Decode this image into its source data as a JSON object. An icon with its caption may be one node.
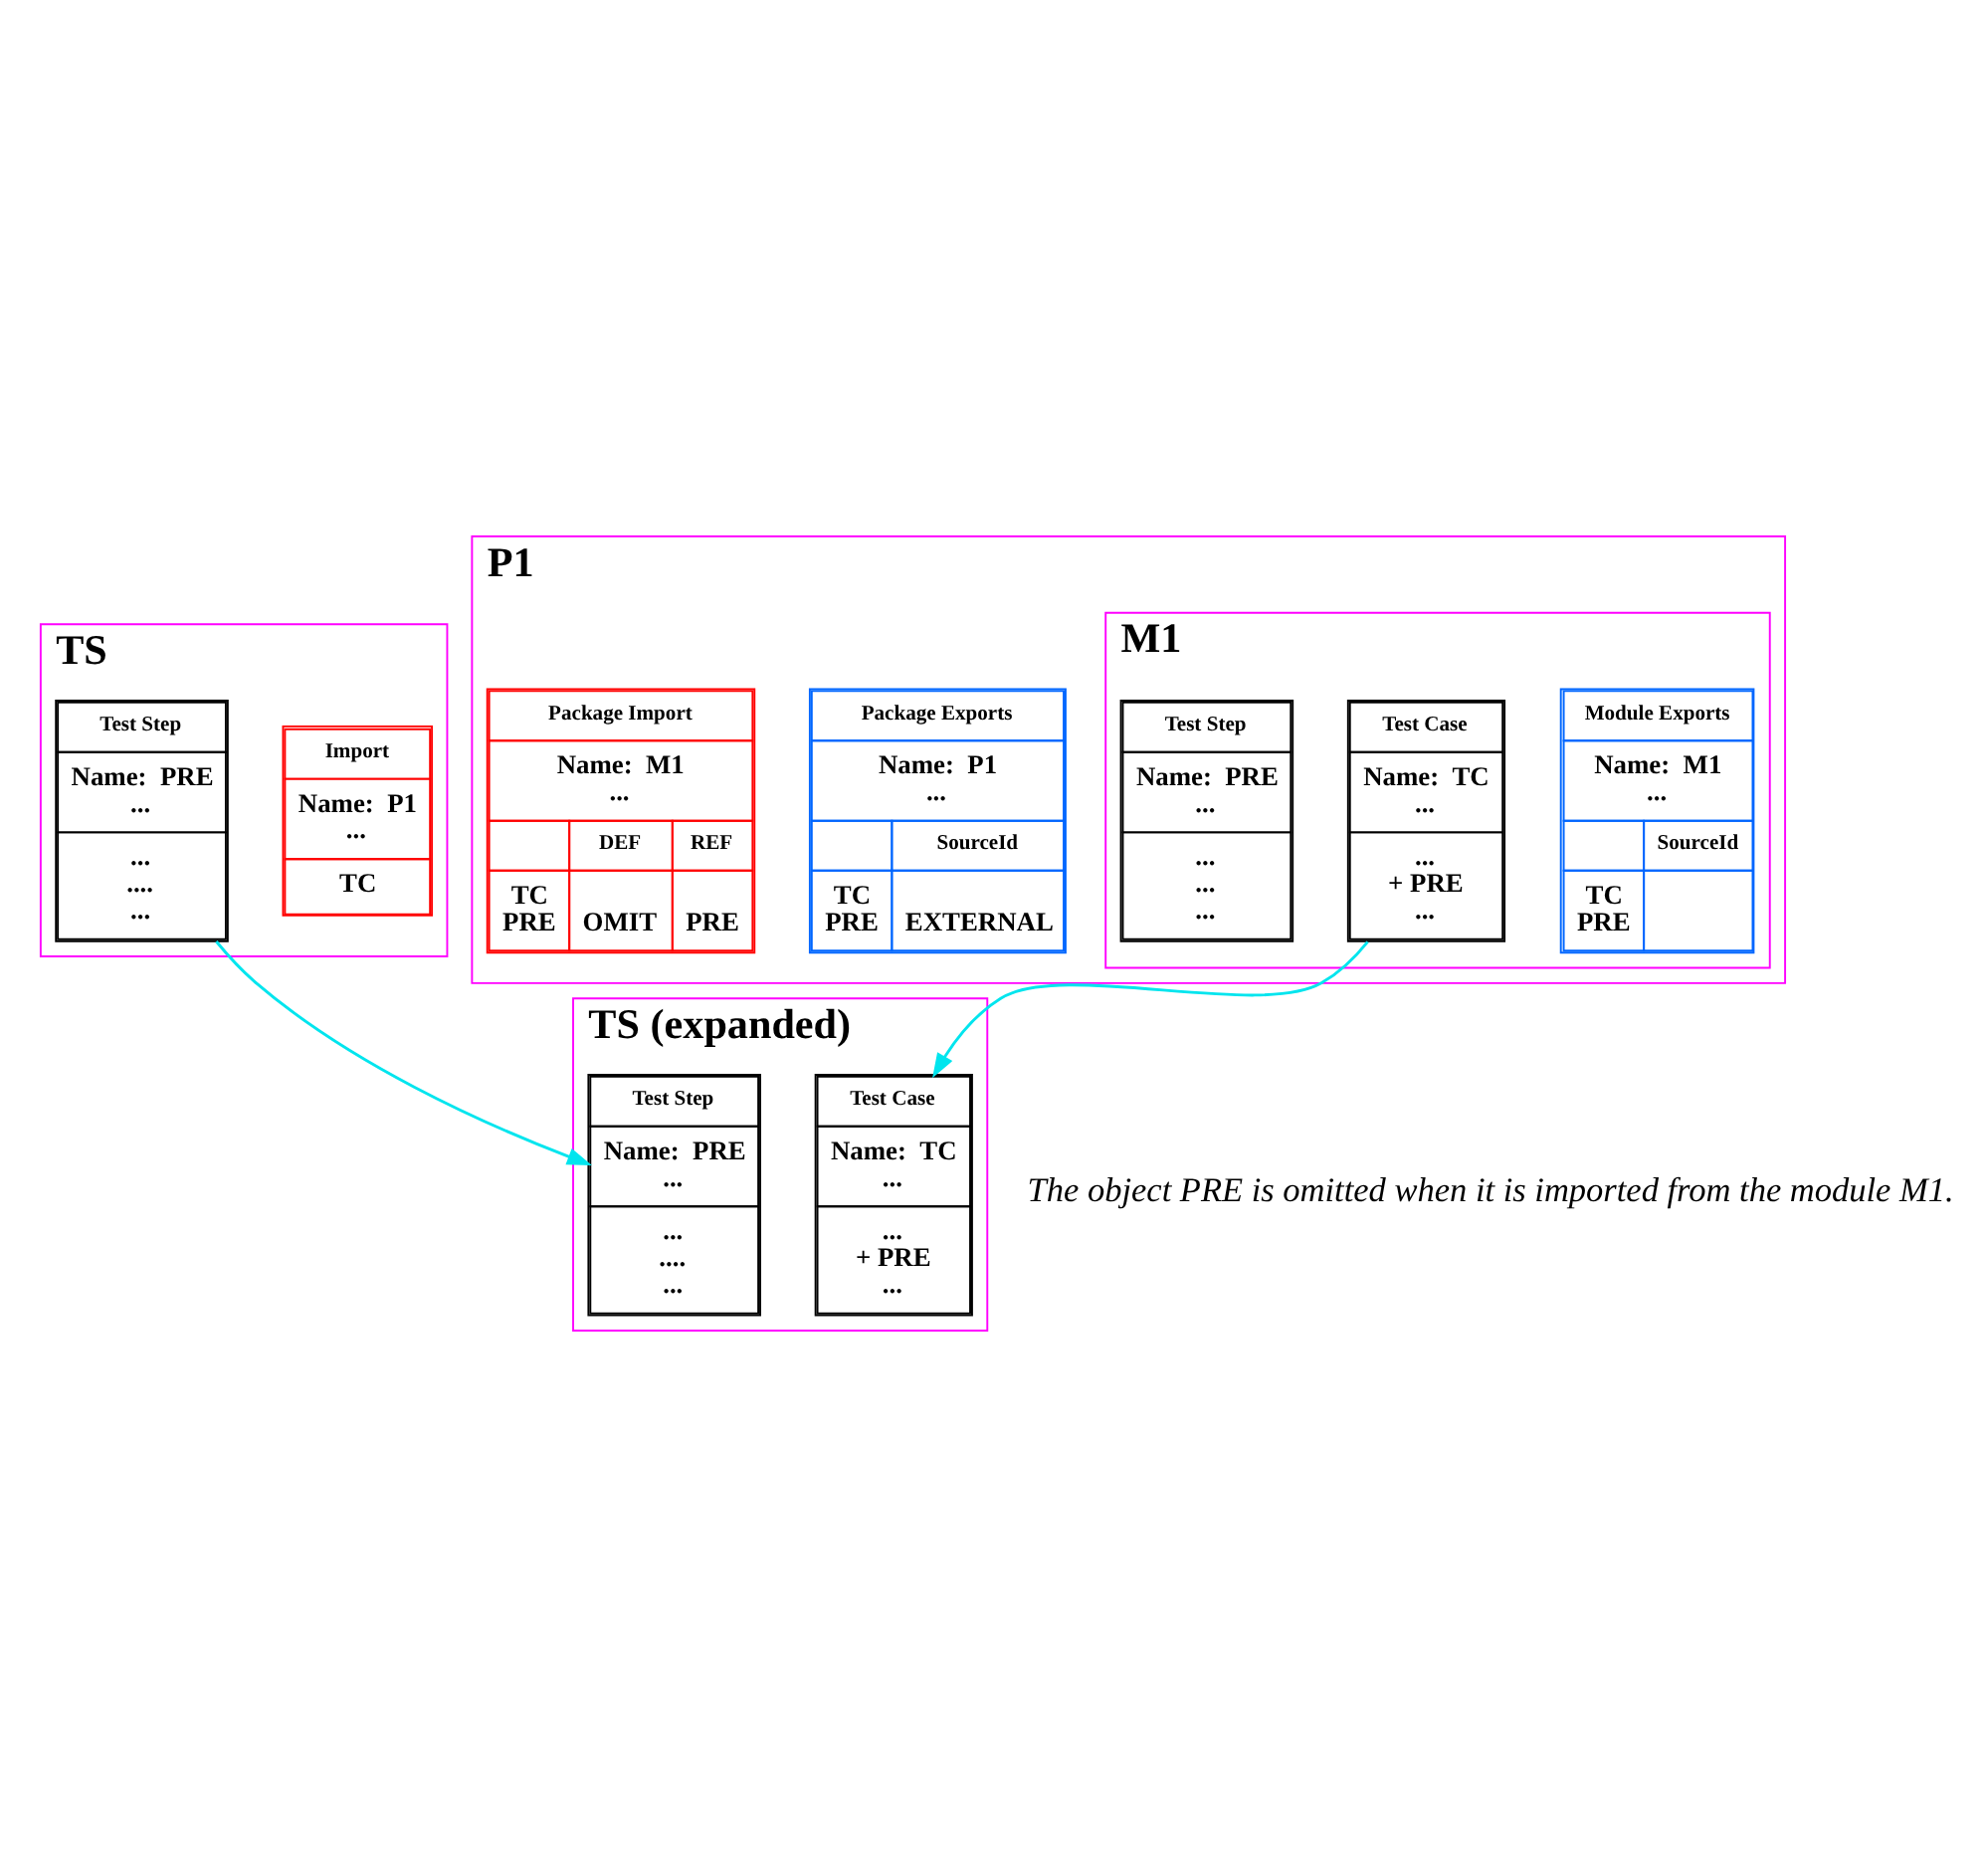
{
  "diagram": {
    "nodes": [
      {
        "text": [
          "TS"
        ]
      },
      {
        "text": [
          "Import",
          "Name:",
          "P1",
          "...",
          "TC"
        ],
        "in": 0
      },
      {
        "text": [
          "Test Step",
          "Name:",
          "PRE",
          "...",
          "...",
          "....",
          "..."
        ],
        "in": 0
      },
      {
        "text": [
          "P1"
        ]
      },
      {
        "text": [
          "M1"
        ],
        "in": 3
      },
      {
        "text": [
          "Module Exports",
          "Name:",
          "M1",
          "...",
          "SourceId",
          "TC",
          "PRE"
        ],
        "in": 4
      },
      {
        "text": [
          "Test Case",
          "Name:",
          "TC",
          "...",
          "...",
          "+ PRE",
          "..."
        ],
        "in": 4
      },
      {
        "text": [
          "Test Step",
          "Name:",
          "PRE",
          "...",
          "...",
          "...",
          "..."
        ],
        "in": 4
      },
      {
        "text": [
          "Package Exports",
          "Name:",
          "P1",
          "...",
          "SourceId",
          "TC",
          "PRE",
          "EXTERNAL"
        ],
        "in": 3
      },
      {
        "text": [
          "Package Import",
          "Name:",
          "M1",
          "...",
          "DEF",
          "REF",
          "TC",
          "PRE",
          "OMIT",
          "PRE"
        ],
        "in": 3
      },
      {
        "text": [
          "TS (expanded)"
        ]
      },
      {
        "text": [
          "Test Step",
          "Name:",
          "PRE",
          "...",
          "...",
          "....",
          "..."
        ],
        "in": 10
      },
      {
        "text": [
          "Test Case",
          "Name:",
          "TC",
          "...",
          "...",
          "+ PRE",
          "..."
        ],
        "in": 10
      }
    ],
    "edges": [
      {
        "from": 2,
        "to": 11,
        "arrow": "to"
      },
      {
        "from": 6,
        "to": 12,
        "arrow": "to"
      }
    ],
    "labels": [
      "The object PRE is omitted when it is imported from the module M1."
    ]
  }
}
